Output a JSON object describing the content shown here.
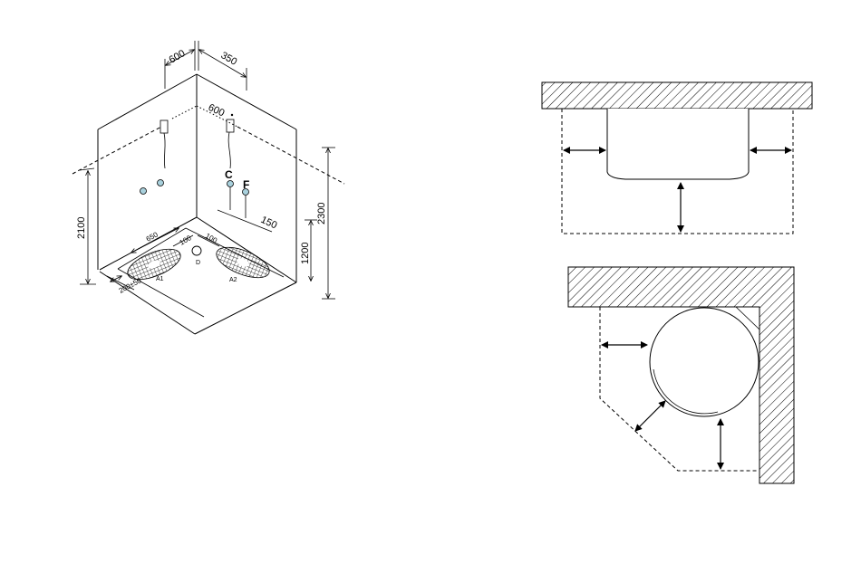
{
  "isometric": {
    "dims": {
      "top_width": "600",
      "top_depth": "350",
      "upper_offset": "600",
      "left_height": "2100",
      "right_height": "2300",
      "right_lower_height": "1200",
      "pipe_offset": "150",
      "floor_width": "650",
      "drain_left": "100",
      "drain_right": "100",
      "floor_offset": "200±50"
    },
    "labels": {
      "cold": "C",
      "hot": "F",
      "drain": "D",
      "area_a1": "A1",
      "area_a2": "A2"
    }
  },
  "colors": {
    "line": "#000000",
    "fixture_fill": "#a8d0dc",
    "background": "#ffffff"
  }
}
